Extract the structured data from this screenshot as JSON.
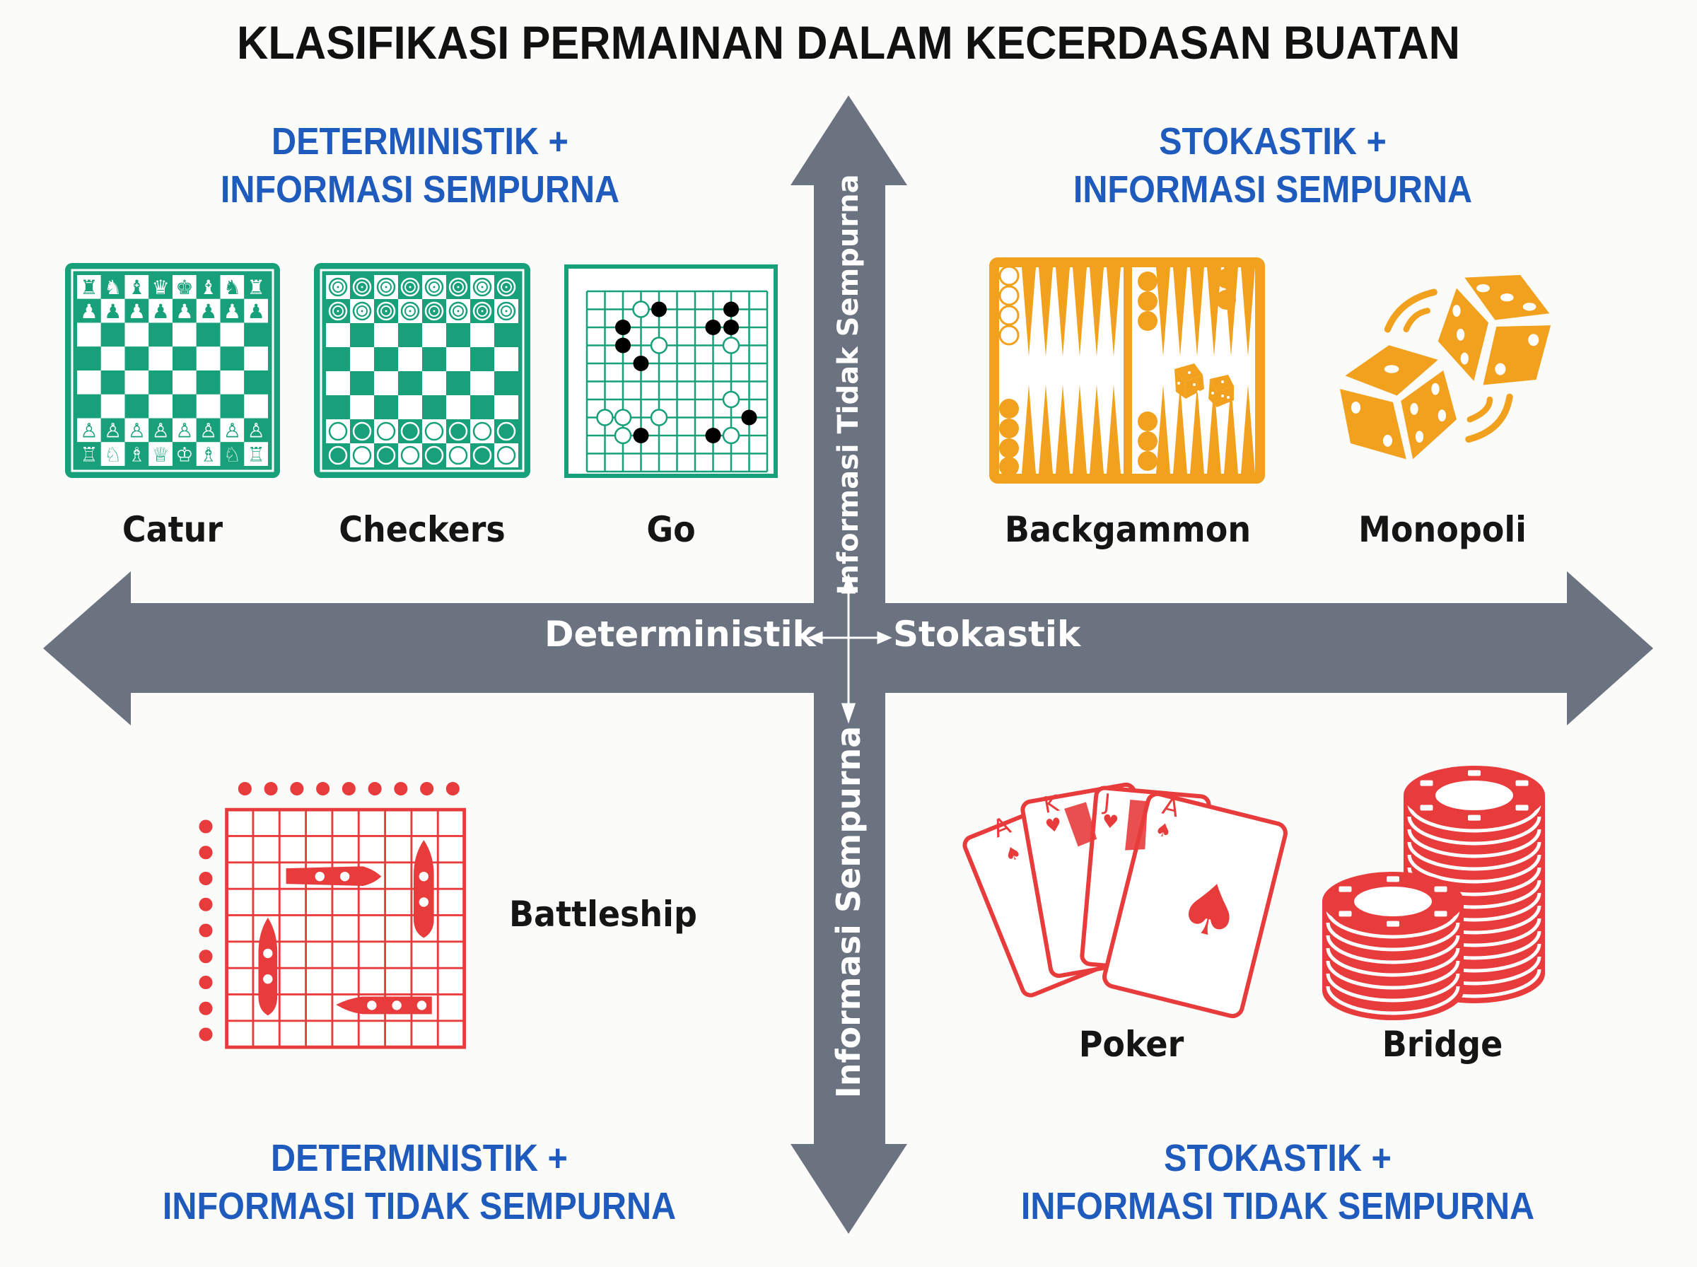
{
  "title": "KLASIFIKASI PERMAINAN DALAM KECERDASAN BUATAN",
  "colors": {
    "background": "#fbfbfa",
    "title": "#111111",
    "quadrant_heading": "#1f5bbd",
    "axis": "#6b7280",
    "green": "#17a07a",
    "orange": "#f2a11f",
    "red": "#e83c3c",
    "label": "#151515"
  },
  "axes": {
    "horizontal": {
      "left_label": "Deterministik",
      "right_label": "Stokastik",
      "center_icon": "four-way-arrow-icon"
    },
    "vertical": {
      "top_label": "Informasi Tidak Sempurna",
      "bottom_label": "Informasi Sempurna"
    }
  },
  "quadrants": {
    "top_left": {
      "heading_line1": "DETERMINISTIK +",
      "heading_line2": "INFORMASI SEMPURNA",
      "color": "green",
      "games": [
        {
          "name": "Catur",
          "icon": "chess-board-icon"
        },
        {
          "name": "Checkers",
          "icon": "checkers-board-icon"
        },
        {
          "name": "Go",
          "icon": "go-board-icon"
        }
      ]
    },
    "top_right": {
      "heading_line1": "STOKASTIK +",
      "heading_line2": "INFORMASI SEMPURNA",
      "color": "orange",
      "games": [
        {
          "name": "Backgammon",
          "icon": "backgammon-board-icon"
        },
        {
          "name": "Monopoli",
          "icon": "dice-icon"
        }
      ]
    },
    "bottom_left": {
      "heading_line1": "DETERMINISTIK +",
      "heading_line2": "INFORMASI TIDAK SEMPURNA",
      "color": "red",
      "games": [
        {
          "name": "Battleship",
          "icon": "battleship-grid-icon"
        }
      ]
    },
    "bottom_right": {
      "heading_line1": "STOKASTIK +",
      "heading_line2": "INFORMASI TIDAK SEMPURNA",
      "color": "red",
      "games": [
        {
          "name": "Poker",
          "icon": "playing-cards-icon"
        },
        {
          "name": "Bridge",
          "icon": "poker-chips-icon"
        }
      ]
    }
  },
  "cards": {
    "card1": {
      "rank": "A",
      "suit": "♠"
    },
    "card2": {
      "rank": "K",
      "suit": "♥"
    },
    "card3": {
      "rank": "J",
      "suit": "♥"
    },
    "card4": {
      "rank": "A",
      "suit": "♠"
    }
  },
  "chess": {
    "black_back": "♜♞♝♛♚♝♞♜",
    "black_pawn": "♟",
    "white_pawn": "♙",
    "white_back": "♖♘♗♕♔♗♘♖"
  }
}
